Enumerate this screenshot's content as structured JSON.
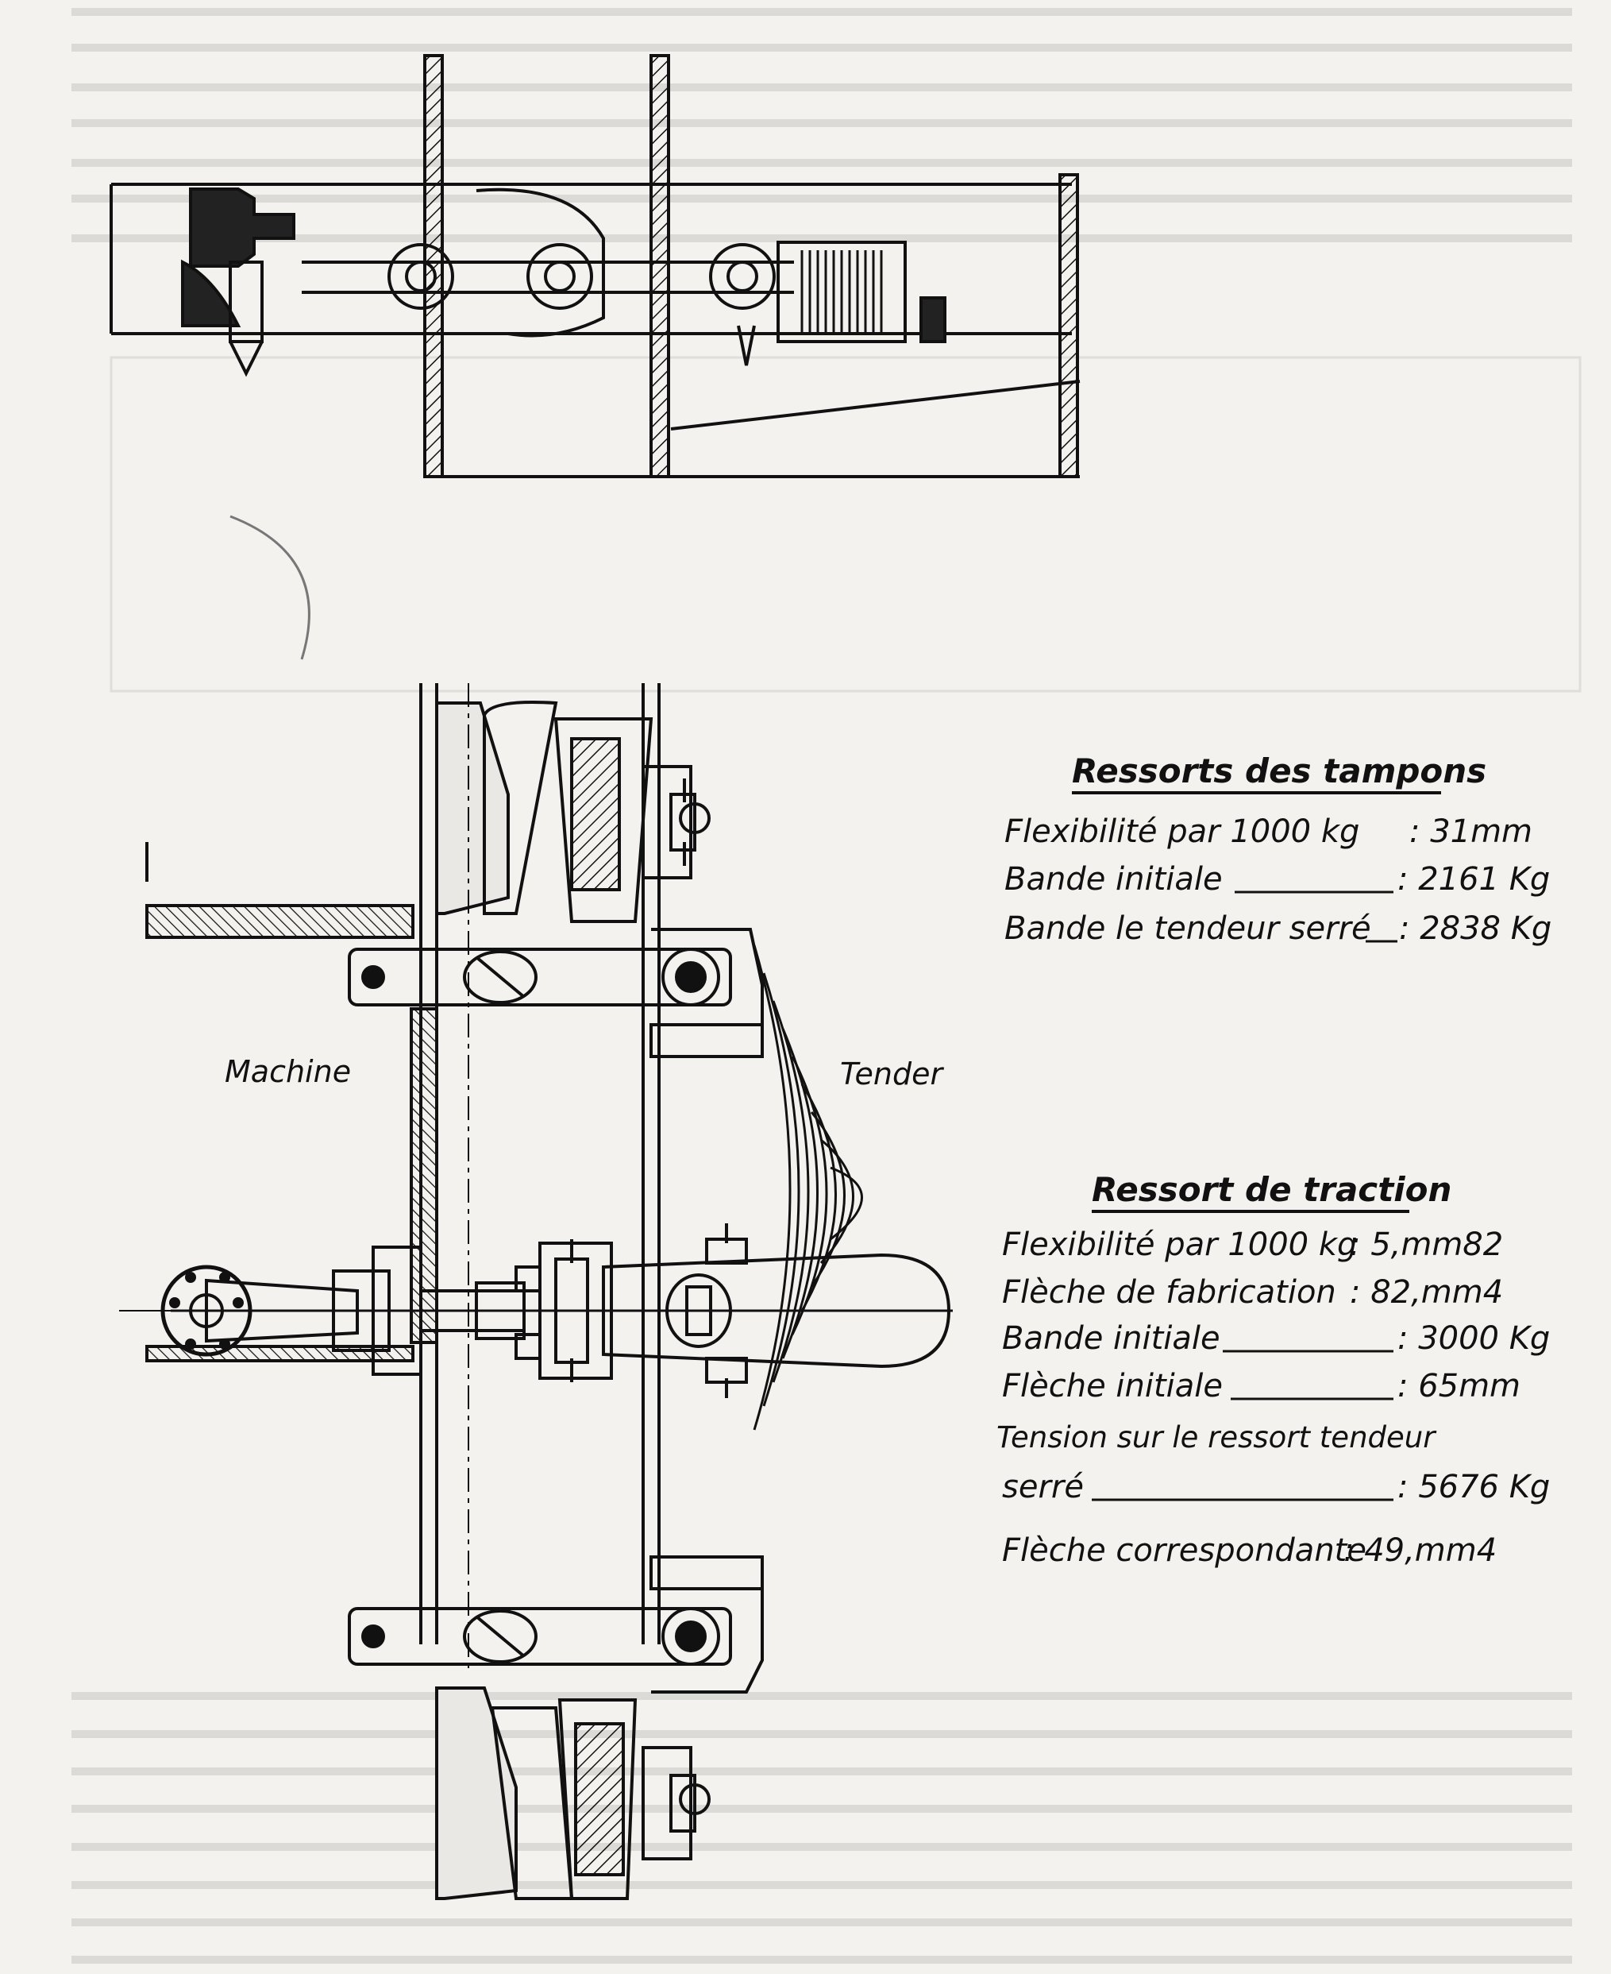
{
  "diagram": {
    "labels": {
      "machine": "Machine",
      "tender": "Tender"
    },
    "buffer_springs": {
      "title": "Ressorts des tampons",
      "rows": [
        {
          "label": "Flexibilité par 1000 kg",
          "value": ": 31mm"
        },
        {
          "label": "Bande initiale",
          "value": ": 2161 Kg"
        },
        {
          "label": "Bande le tendeur serré",
          "value": ": 2838 Kg"
        }
      ]
    },
    "traction_spring": {
      "title": "Ressort de traction",
      "rows": [
        {
          "label": "Flexibilité par 1000 kg",
          "value": ": 5,mm82"
        },
        {
          "label": "Flèche de fabrication",
          "value": ": 82,mm4"
        },
        {
          "label": "Bande initiale",
          "value": ": 3000 Kg"
        },
        {
          "label": "Flèche initiale",
          "value": ": 65mm"
        },
        {
          "label": "Tension sur le ressort tendeur",
          "value": ""
        },
        {
          "label": "serré",
          "value": ": 5676 Kg"
        },
        {
          "label": "Flèche correspondante",
          "value": ": 49,mm4"
        }
      ]
    }
  },
  "colors": {
    "ink": "#111111",
    "paper": "#f3f2ef",
    "bleed_through": "#b8b6b1"
  }
}
